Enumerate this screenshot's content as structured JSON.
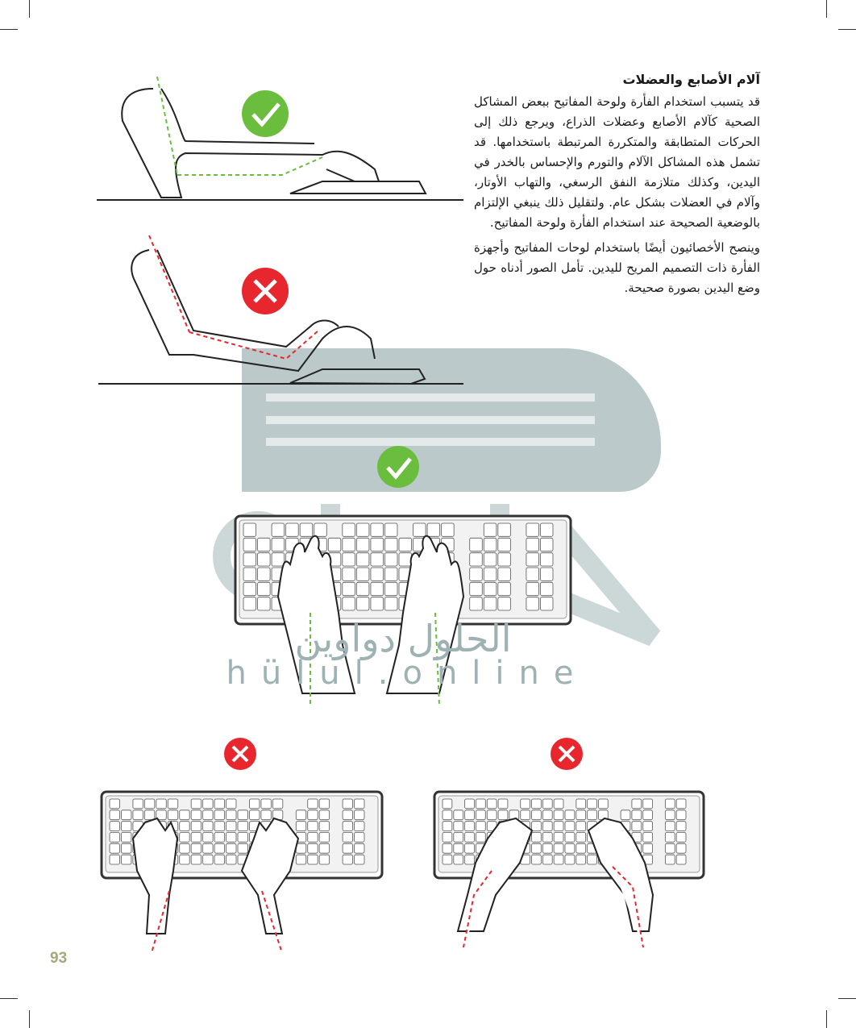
{
  "section": {
    "heading": "آلام الأصابع والعضلات",
    "paragraphs": [
      "قد يتسبب استخدام الفأرة ولوحة المفاتيح ببعض المشاكل الصحية كآلام الأصابع وعضلات الذراع، ويرجع ذلك إلى الحركات المتطابقة والمتكررة المرتبطة باستخدامها. قد تشمل هذه المشاكل الآلام والتورم والإحساس بالخدر في اليدين، وكذلك متلازمة النفق الرسغي، والتهاب الأوتار، وآلام في العضلات بشكل عام. ولتقليل ذلك ينبغي الإلتزام بالوضعية الصحيحة عند استخدام الفأرة ولوحة المفاتيح.",
      "وينصح الأخصائيون أيضًا باستخدام لوحات المفاتيح وأجهزة الفأرة ذات التصميم المريح لليدين. تأمل الصور أدناه حول وضع اليدين بصورة صحيحة."
    ]
  },
  "figures": [
    {
      "id": "side-correct",
      "status": "correct"
    },
    {
      "id": "side-incorrect",
      "status": "incorrect"
    },
    {
      "id": "top-correct",
      "status": "correct"
    },
    {
      "id": "top-incorrect-inward",
      "status": "incorrect"
    },
    {
      "id": "top-incorrect-outward",
      "status": "incorrect"
    }
  ],
  "watermark": {
    "arabic": "الحلول دواوين",
    "latin": "hülul.online"
  },
  "page_number": "93",
  "colors": {
    "correct": "#6bbd3e",
    "incorrect": "#e8262d",
    "watermark": "#b7c6c7",
    "page_number": "#a9a77c"
  }
}
